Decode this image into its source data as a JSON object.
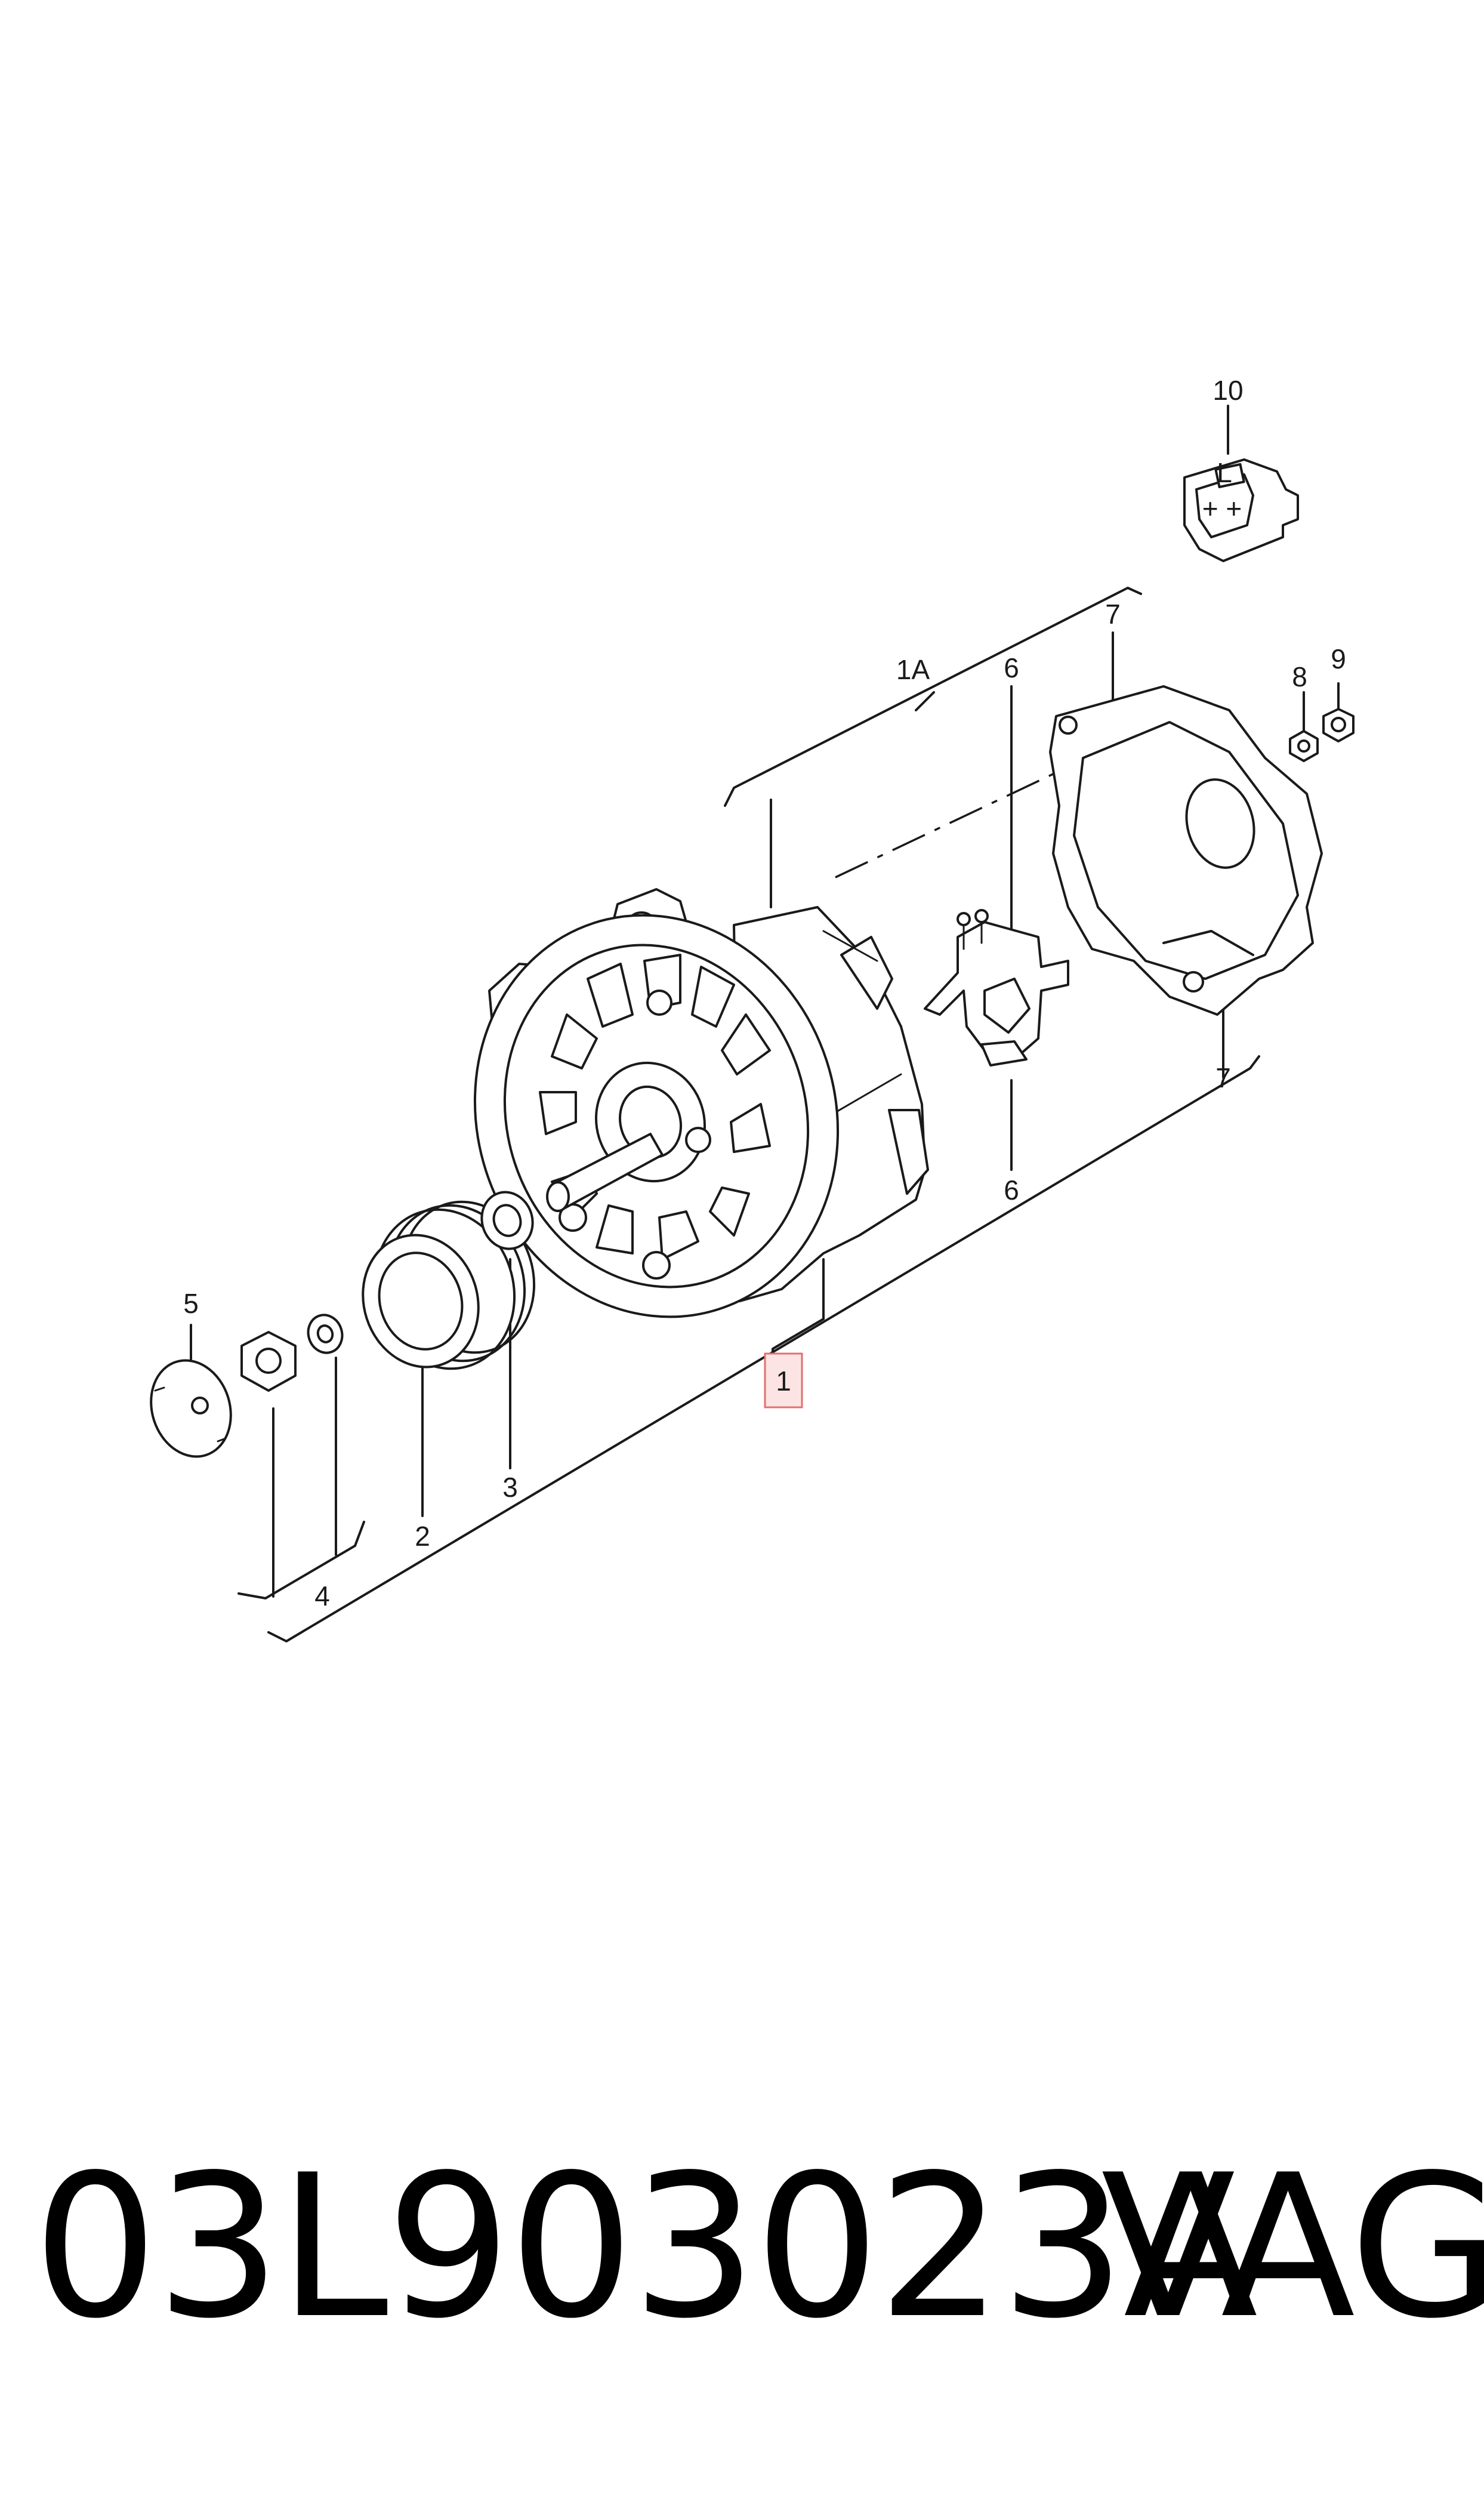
{
  "diagram": {
    "callouts": {
      "c1": "1",
      "c1a": "1A",
      "c2": "2",
      "c3": "3",
      "c4": "4",
      "c5": "5",
      "c6_top": "6",
      "c6_bottom": "6",
      "c7_top": "7",
      "c7_bottom": "7",
      "c8": "8",
      "c9": "9",
      "c10": "10"
    },
    "connector_pins": "+ +",
    "connector_glyph": "L",
    "highlight_color": "#e07070"
  },
  "caption": {
    "part_number": "03L903023A",
    "brand": "VAG"
  }
}
